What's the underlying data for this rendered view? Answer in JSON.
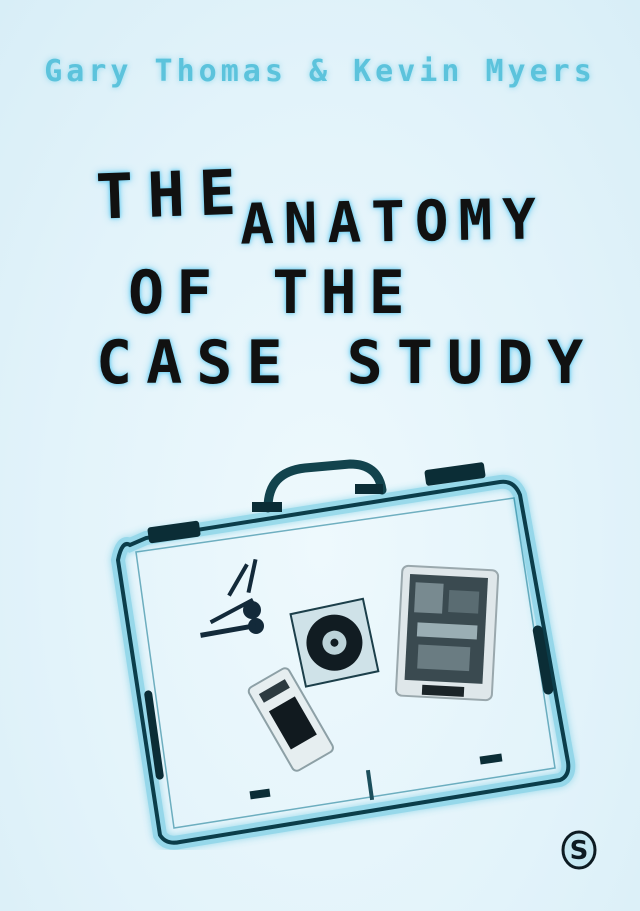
{
  "cover": {
    "authors": "Gary Thomas & Kevin Myers",
    "title_lines": [
      "THE",
      "ANATOMY",
      "OF THE",
      "CASE STUDY"
    ],
    "title": "The Anatomy of the Case Study",
    "publisher_logo": "S",
    "illustration": "x-ray-briefcase",
    "colors": {
      "background": "#e4f4fb",
      "author_text": "#5cc3dc",
      "title_text": "#111111",
      "glow": "#5ac8f0",
      "xray_frame": "#0b3d4a"
    }
  }
}
